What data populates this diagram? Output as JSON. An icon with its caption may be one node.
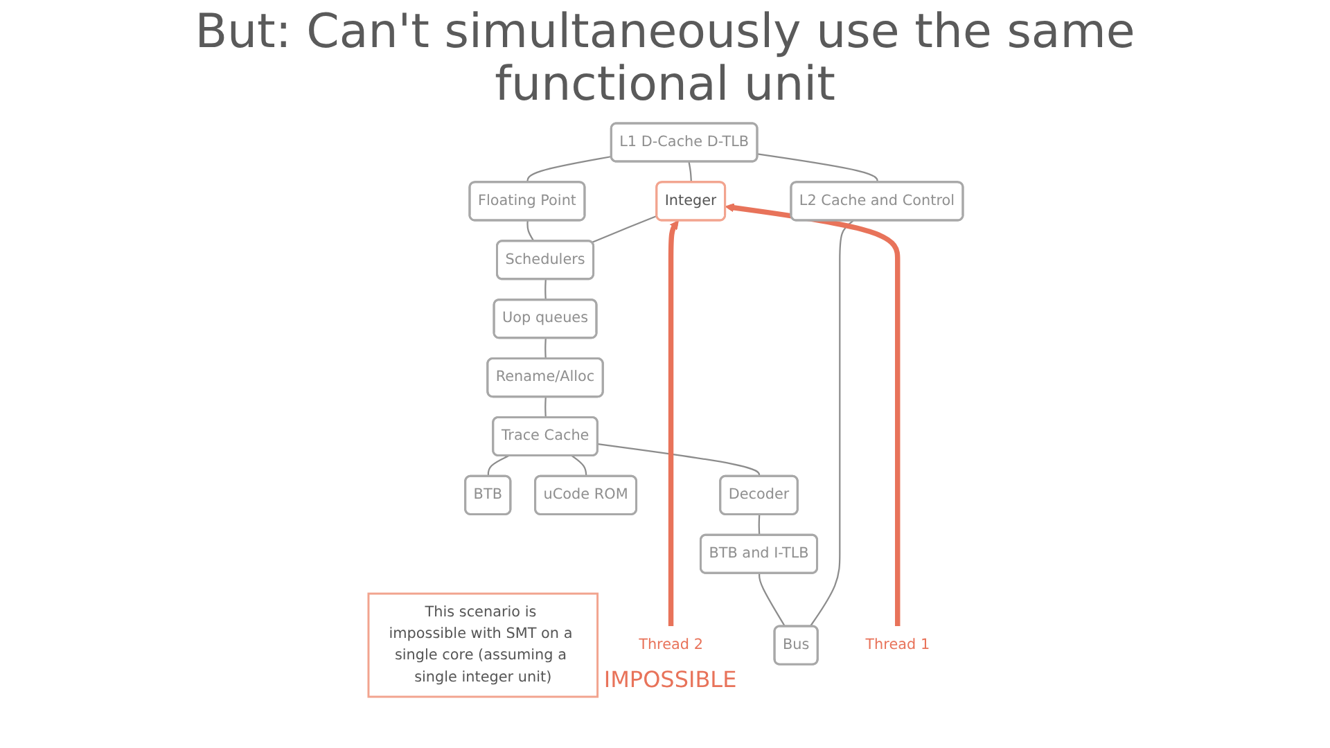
{
  "diagram": {
    "title": "But: Can't simultaneously use the same functional unit",
    "nodes": [
      {
        "text": [
          "L1 D-Cache D-TLB"
        ]
      },
      {
        "text": [
          "L2 Cache and Control"
        ]
      },
      {
        "text": [
          "Integer"
        ]
      },
      {
        "text": [
          "Floating Point"
        ]
      },
      {
        "text": [
          "Schedulers"
        ]
      },
      {
        "text": [
          "Uop queues"
        ]
      },
      {
        "text": [
          "Rename/Alloc"
        ]
      },
      {
        "text": [
          "BTB"
        ]
      },
      {
        "text": [
          "Trace Cache"
        ]
      },
      {
        "text": [
          "uCode ROM"
        ]
      },
      {
        "text": [
          "Decoder"
        ]
      },
      {
        "text": [
          "This scenario is impossible with SMT on a single core (assuming a single integer unit)"
        ]
      },
      {
        "text": [
          "Bus"
        ]
      },
      {
        "text": [
          "BTB and I-TLB"
        ]
      },
      {
        "text": [
          "Thread 1"
        ]
      },
      {
        "text": [
          "Thread 2"
        ]
      }
    ],
    "edges": [
      {
        "from": 2,
        "to": 0,
        "arrow": "none"
      },
      {
        "from": 3,
        "to": 0,
        "arrow": "none"
      },
      {
        "from": 4,
        "to": 2,
        "arrow": "none"
      },
      {
        "from": 4,
        "to": 3,
        "arrow": "none"
      },
      {
        "from": 5,
        "to": 4,
        "arrow": "none"
      },
      {
        "from": 6,
        "to": 5,
        "arrow": "none"
      },
      {
        "from": 8,
        "to": 6,
        "arrow": "none"
      },
      {
        "from": 7,
        "to": 8,
        "arrow": "none"
      },
      {
        "from": 9,
        "to": 8,
        "arrow": "none"
      },
      {
        "from": 10,
        "to": 8,
        "arrow": "none"
      },
      {
        "from": 13,
        "to": 10,
        "arrow": "none"
      },
      {
        "from": 1,
        "to": 0,
        "arrow": "none"
      },
      {
        "from": 12,
        "to": 1,
        "arrow": "none"
      },
      {
        "from": 12,
        "to": 13,
        "arrow": "none"
      },
      {
        "from": 14,
        "to": 2,
        "arrow": "to",
        "style": "thick",
        "color": "#e8735a"
      },
      {
        "from": 15,
        "to": 2,
        "arrow": "to",
        "style": "thick",
        "color": "#e8735a"
      }
    ],
    "labels": [
      "IMPOSSIBLE"
    ]
  }
}
